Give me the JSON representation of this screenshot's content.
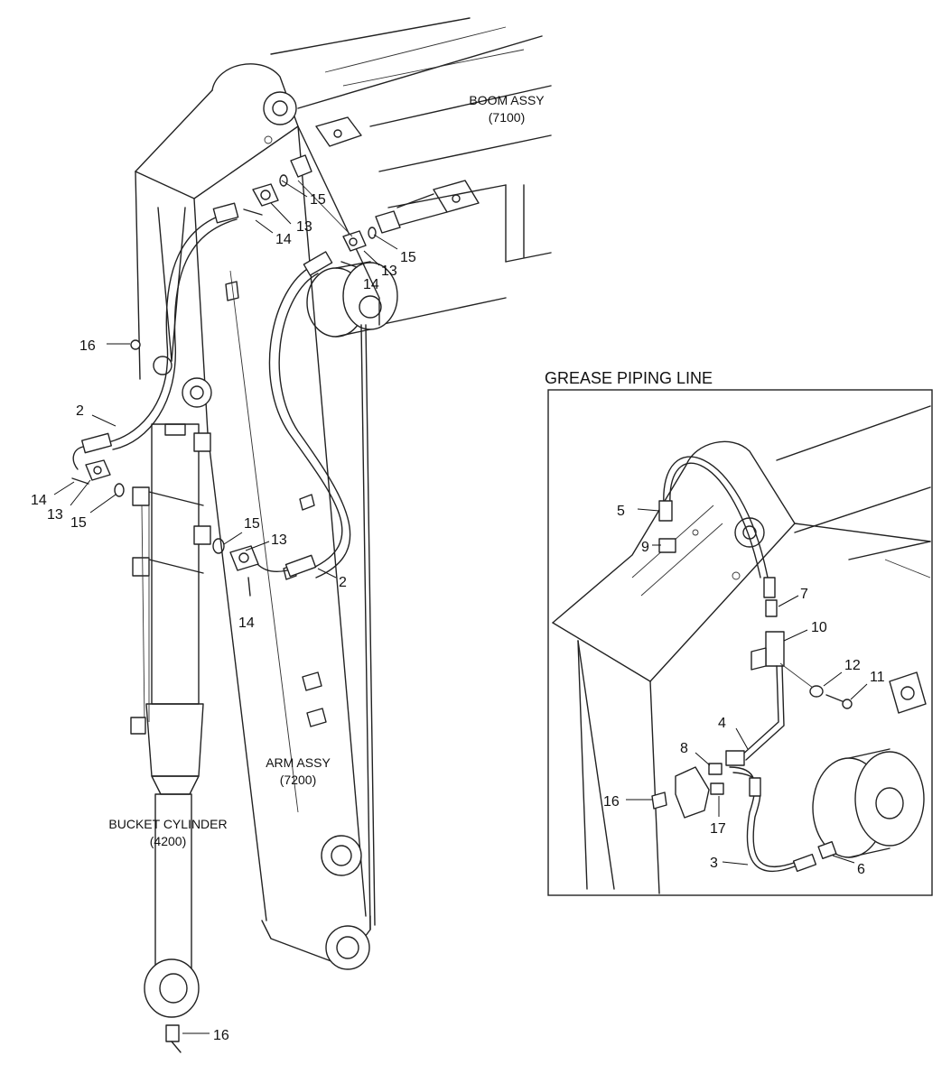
{
  "inset": {
    "title": "GREASE PIPING LINE",
    "callouts": [
      "5",
      "9",
      "7",
      "10",
      "12",
      "11",
      "4",
      "8",
      "16",
      "17",
      "3",
      "6"
    ]
  },
  "assemblies": {
    "boom": {
      "name": "BOOM ASSY",
      "code": "(7100)"
    },
    "arm": {
      "name": "ARM ASSY",
      "code": "(7200)"
    },
    "bucket_cylinder": {
      "name": "BUCKET CYLINDER",
      "code": "(4200)"
    }
  },
  "main_callouts": {
    "c15a": "15",
    "c13a": "13",
    "c14a": "14",
    "c15b": "15",
    "c13b": "13",
    "c14b": "14",
    "c16a": "16",
    "c2a": "2",
    "c14c": "14",
    "c13c": "13",
    "c15c": "15",
    "c15d": "15",
    "c13d": "13",
    "c2b": "2",
    "c14d": "14",
    "c16b": "16"
  }
}
